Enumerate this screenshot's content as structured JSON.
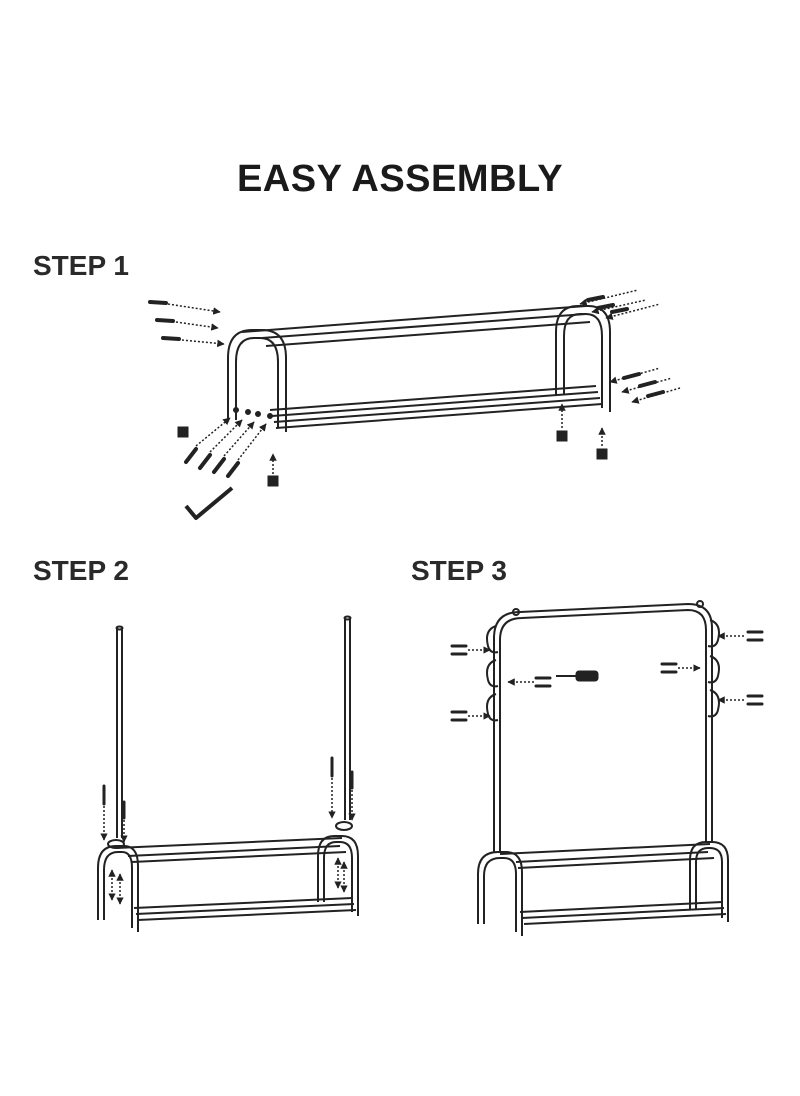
{
  "title": "EASY ASSEMBLY",
  "steps": [
    {
      "label": "STEP 1"
    },
    {
      "label": "STEP 2"
    },
    {
      "label": "STEP 3"
    }
  ],
  "colors": {
    "line": "#222222",
    "background": "#ffffff"
  }
}
